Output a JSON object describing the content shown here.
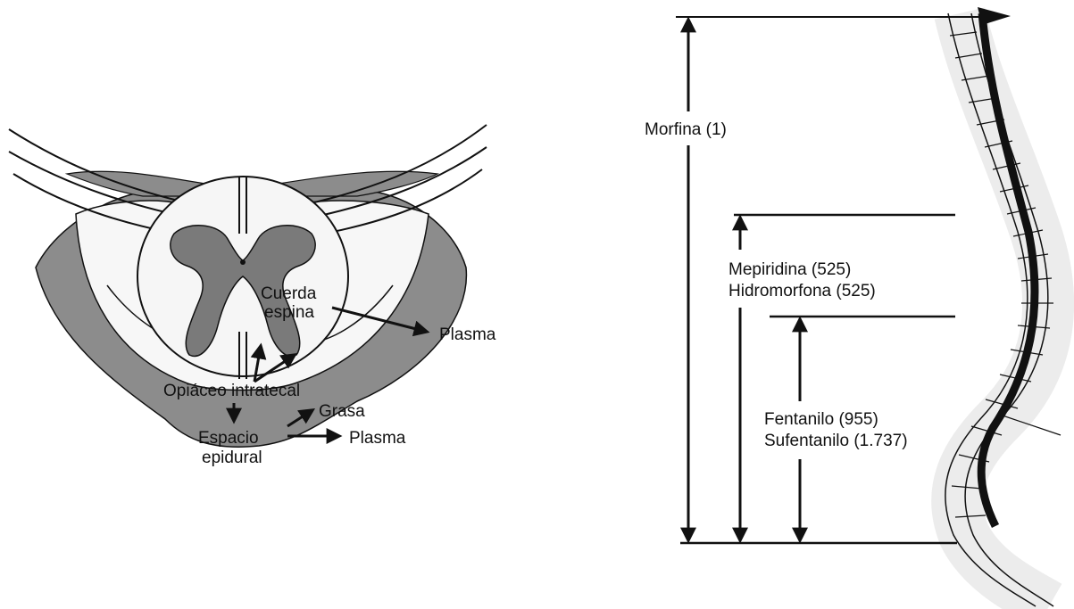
{
  "cross_section": {
    "labels": {
      "cord_line1": "Cuerda",
      "cord_line2": "espina",
      "plasma_upper": "Plasma",
      "intrathecal": "Opiáceo intratecal",
      "fat": "Grasa",
      "epidural_line1": "Espacio",
      "epidural_line2": "epidural",
      "plasma_lower": "Plasma"
    }
  },
  "spread": {
    "drugs": {
      "morphine": "Morfina (1)",
      "meperidine": "Mepiridina (525)",
      "hydromorphone": "Hidromorfona (525)",
      "fentanyl": "Fentanilo (955)",
      "sufentanil": "Sufentanilo (1.737)"
    }
  },
  "colors": {
    "ink": "#111111",
    "dura_gray": "#8c8c8c",
    "gray_matter": "#7a7a7a",
    "cord_fill": "#f6f6f6"
  }
}
